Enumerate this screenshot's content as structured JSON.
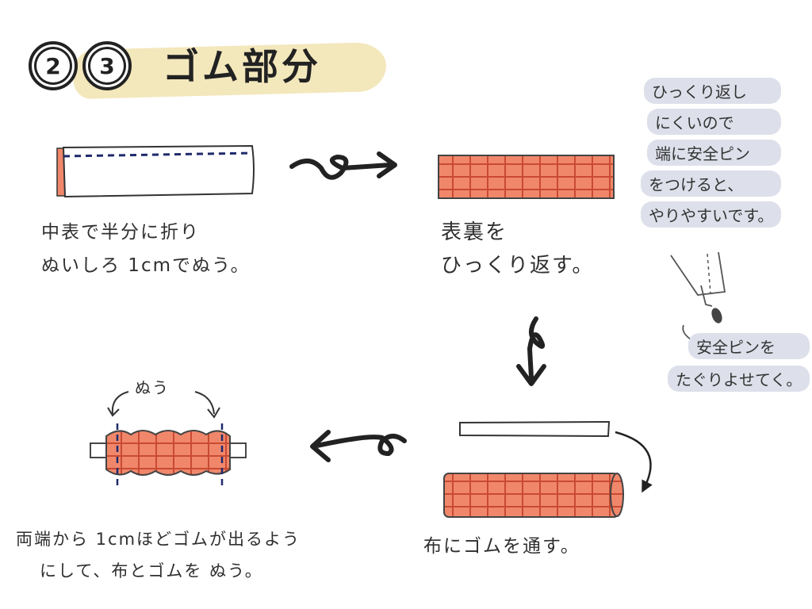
{
  "header": {
    "step_numbers": [
      "2",
      "3"
    ],
    "title": "ゴム部分"
  },
  "steps": {
    "fold": {
      "line1": "中表で半分に折り",
      "line2": "ぬいしろ 1cmでぬう。"
    },
    "flip": {
      "line1": "表裏を",
      "line2": "ひっくり返す。"
    },
    "thread": {
      "text": "布にゴムを通す。"
    },
    "sew": {
      "label": "ぬう",
      "line1": "両端から 1cmほどゴムが出るよう",
      "line2": "にして、布とゴムを ぬう。"
    }
  },
  "tip": {
    "lines": [
      "ひっくり返し",
      "にくいので",
      "端に安全ピン",
      "をつけると、",
      "やりやすいです。"
    ],
    "pin_note_lines": [
      "安全ピンを",
      "たぐりよせてく。"
    ]
  },
  "colors": {
    "fabric": "#f0876b",
    "grid": "#c94a32",
    "stitch": "#1f2a6b",
    "highlight": "#f1e3b0",
    "note_bg": "#dde0ea"
  }
}
